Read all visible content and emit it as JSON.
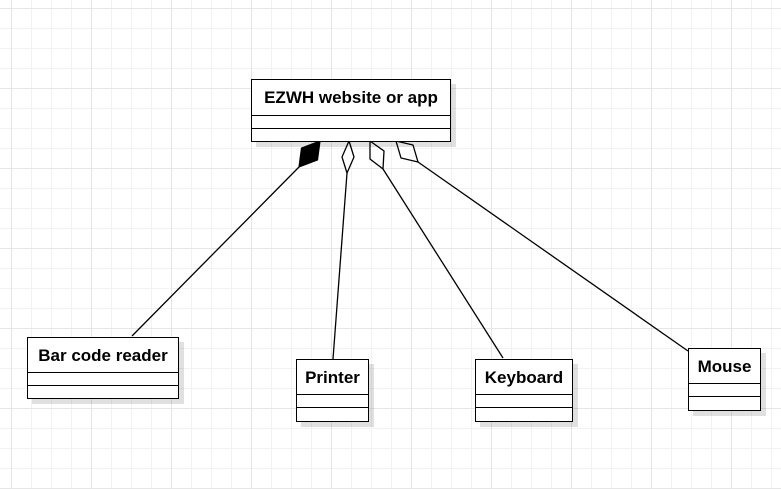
{
  "diagram": {
    "colors": {
      "line": "#000000",
      "box_fill": "#ffffff",
      "grid": "#e6e6e6"
    },
    "classes": {
      "ezwh": {
        "name": "EZWH website or app",
        "attributes": [],
        "operations": []
      },
      "barcode": {
        "name": "Bar code reader",
        "attributes": [],
        "operations": []
      },
      "printer": {
        "name": "Printer",
        "attributes": [],
        "operations": []
      },
      "keyboard": {
        "name": "Keyboard",
        "attributes": [],
        "operations": []
      },
      "mouse": {
        "name": "Mouse",
        "attributes": [],
        "operations": []
      }
    },
    "relations": [
      {
        "from": "barcode",
        "to": "ezwh",
        "kind": "composition"
      },
      {
        "from": "printer",
        "to": "ezwh",
        "kind": "aggregation"
      },
      {
        "from": "keyboard",
        "to": "ezwh",
        "kind": "aggregation"
      },
      {
        "from": "mouse",
        "to": "ezwh",
        "kind": "aggregation"
      }
    ]
  }
}
